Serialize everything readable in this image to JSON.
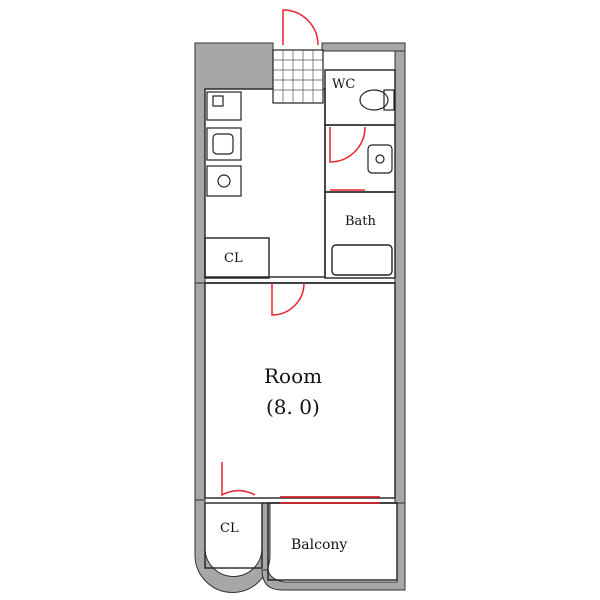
{
  "labels": {
    "wc": "WC",
    "bath": "Bath",
    "closet_upper": "CL",
    "room_name": "Room",
    "room_size": "(8. 0)",
    "closet_lower": "CL",
    "balcony": "Balcony"
  },
  "colors": {
    "wall": "#a7a7a7",
    "wall_outline": "#333333",
    "door_swing": "#e8232a",
    "line": "#222222",
    "background": "#ffffff"
  }
}
